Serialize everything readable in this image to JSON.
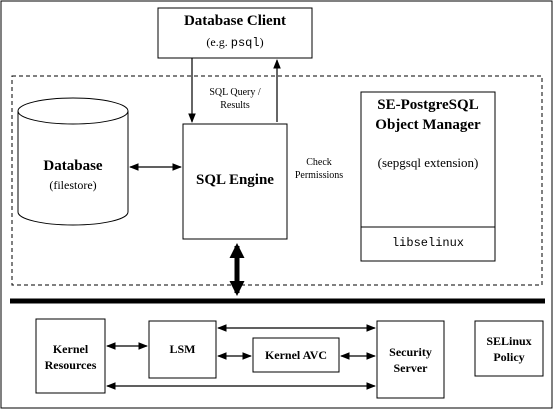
{
  "client": {
    "title": "Database Client",
    "subtitle_prefix": "(e.g. ",
    "subtitle_code": "psql",
    "subtitle_suffix": ")"
  },
  "edge_sql": {
    "line1": "SQL Query /",
    "line2": "Results"
  },
  "database": {
    "title": "Database",
    "subtitle": "(filestore)"
  },
  "engine": {
    "title": "SQL Engine"
  },
  "check": {
    "line1": "Check",
    "line2": "Permissions"
  },
  "manager": {
    "line1": "SE-PostgreSQL",
    "line2": "Object Manager",
    "ext": "(sepgsql extension)",
    "lib": "libselinux"
  },
  "kernel_resources": {
    "line1": "Kernel",
    "line2": "Resources"
  },
  "lsm": {
    "title": "LSM"
  },
  "avc": {
    "title": "Kernel AVC"
  },
  "security_server": {
    "line1": "Security",
    "line2": "Server"
  },
  "policy": {
    "line1": "SELinux",
    "line2": "Policy"
  }
}
